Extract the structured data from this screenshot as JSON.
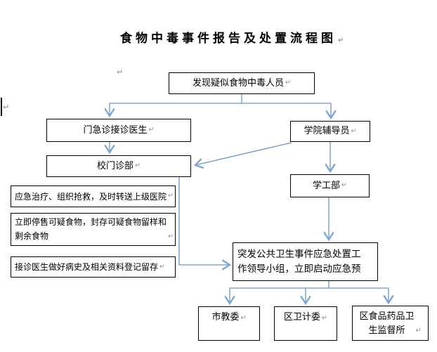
{
  "title": "食物中毒事件报告及处置流程图",
  "marks": {
    "return": "↵"
  },
  "nodes": {
    "discover": "发现疑似食物中毒人员",
    "er_doctor": "门急诊接诊医生",
    "counselor": "学院辅导员",
    "clinic": "校门诊部",
    "student_affairs": "学工部",
    "emergency_treatment": "应急治疗、组织抢救，及时转送上级医院",
    "stop_sale": "立即停售可疑食物，封存可疑食物留样和\n剩余食物",
    "register_history": "接诊医生做好病史及相关资料登记留存",
    "leading_group": "突发公共卫生事件应急处置工\n作领导小组，立即启动应急预",
    "edu_committee": "市教委",
    "health_committee": "区卫计委",
    "fda_office": "区食品药品卫\n生监督所"
  },
  "colors": {
    "connector_line": "#6b96c8",
    "arrowhead": "#7fa7d6",
    "box_border": "#000000",
    "paragraph_mark": "#8c8c8c",
    "background": "#ffffff"
  }
}
